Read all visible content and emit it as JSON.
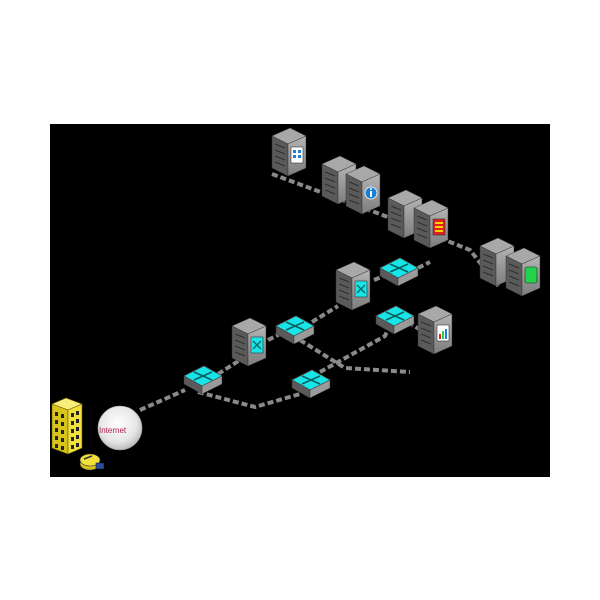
{
  "diagram": {
    "cloud": {
      "label": "Internet"
    },
    "colors": {
      "canvas": "#000000",
      "page": "#ffffff",
      "server_body": "#8c8c8c",
      "server_dark": "#5a5a5a",
      "panel_cyan": "#17e5e8",
      "link_gray": "#8a8a8a",
      "building_yellow": "#f2e03a",
      "badge_red": "#e02020",
      "badge_blue": "#1a7fd6",
      "badge_green": "#22d24a"
    },
    "devices": [
      {
        "kind": "server",
        "icon": "grid-panel-icon"
      },
      {
        "kind": "server",
        "icon": "none"
      },
      {
        "kind": "server",
        "icon": "info-icon"
      },
      {
        "kind": "server",
        "icon": "none"
      },
      {
        "kind": "server",
        "icon": "red-panel-icon"
      },
      {
        "kind": "server",
        "icon": "none"
      },
      {
        "kind": "server",
        "icon": "green-panel-icon"
      },
      {
        "kind": "server",
        "icon": "cyan-panel-icon"
      },
      {
        "kind": "server",
        "icon": "cyan-panel-icon"
      },
      {
        "kind": "server",
        "icon": "bar-chart-icon"
      },
      {
        "kind": "switch",
        "icon": "routing-icon"
      },
      {
        "kind": "switch",
        "icon": "routing-icon"
      },
      {
        "kind": "switch",
        "icon": "routing-icon"
      },
      {
        "kind": "switch",
        "icon": "routing-icon"
      },
      {
        "kind": "switch",
        "icon": "routing-icon"
      },
      {
        "kind": "building",
        "icon": "building-icon"
      },
      {
        "kind": "cloud",
        "icon": "cloud-icon"
      },
      {
        "kind": "disk",
        "icon": "disk-icon"
      }
    ]
  }
}
